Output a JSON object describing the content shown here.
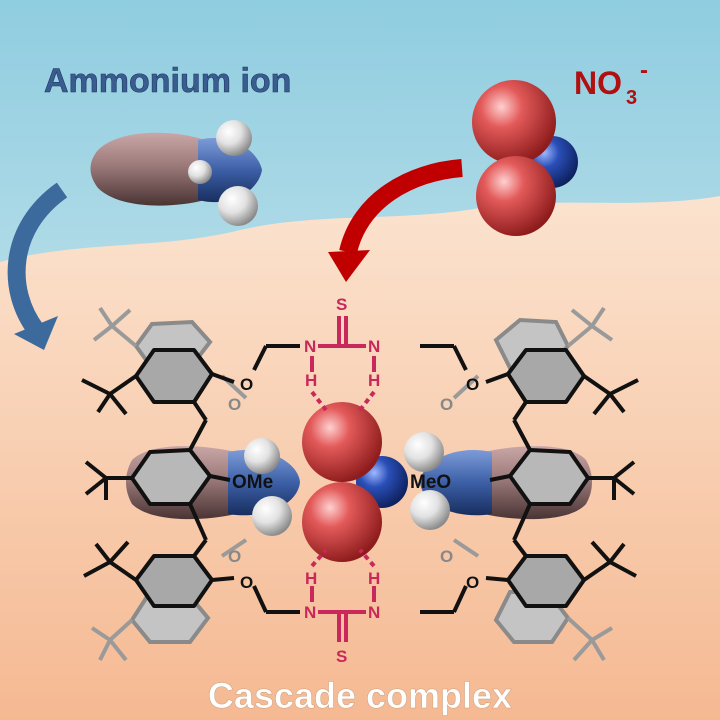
{
  "labels": {
    "ammonium": "Ammonium ion",
    "nitrate_main": "NO",
    "nitrate_sub": "3",
    "nitrate_sup": "-",
    "bottom": "Cascade complex"
  },
  "atoms": {
    "sulfur": "S",
    "hydrogen": "H",
    "oxygen": "O",
    "nitrogen": "N",
    "methoxy_left": "OMe",
    "methoxy_right": "MeO"
  },
  "colors": {
    "sky_top": "#8fcde0",
    "sky_bottom": "#e8f2f3",
    "sand_top": "#fbe3cf",
    "sand_bottom": "#f5b992",
    "ammonium_text": "#3a5c8e",
    "nitrate_text": "#b01010",
    "thiourea": "#c8285a",
    "blue_arrow": "#3d6a9c",
    "red_arrow": "#c00000",
    "oxygen_ball": "#dc4a4a",
    "nitrogen_ball": "#2a4fb8",
    "carbon_ball": "#8c6e6e",
    "nh_ball": "#3f5f9f"
  },
  "icons": [
    "blue-curved-arrow",
    "red-curved-arrow",
    "ammonium-space-fill",
    "nitrate-space-fill"
  ]
}
